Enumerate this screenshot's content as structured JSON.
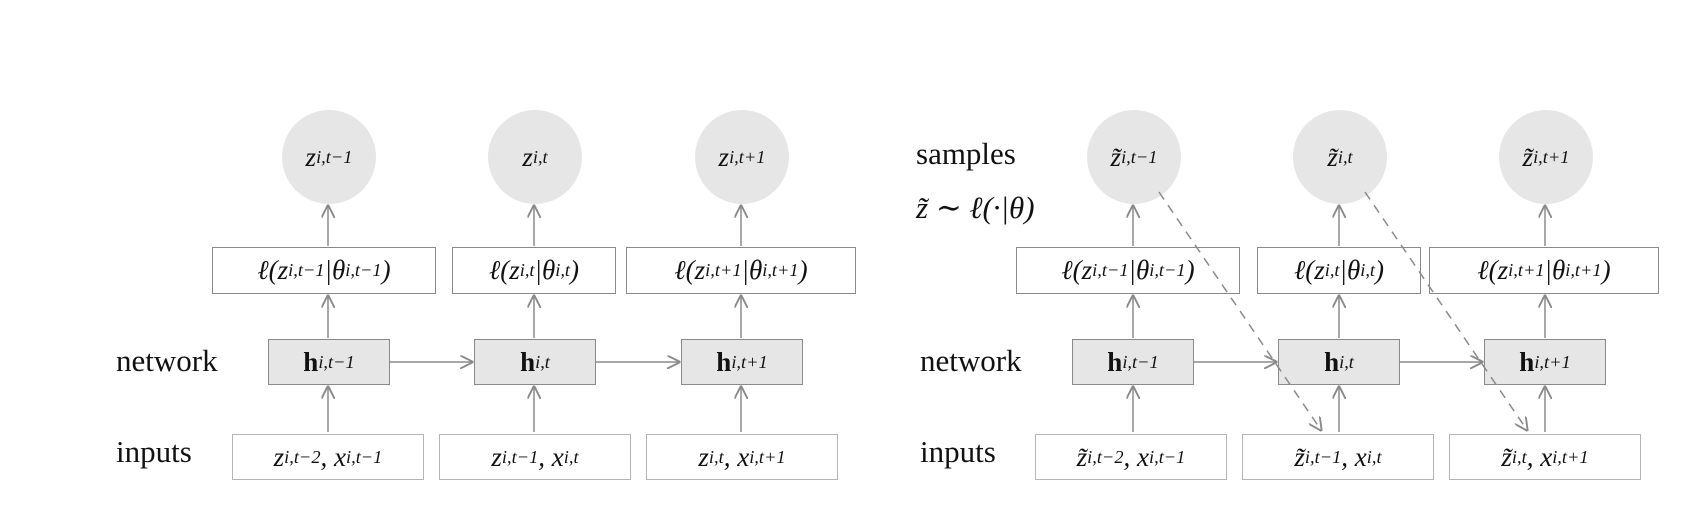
{
  "diagrams": [
    {
      "id": "left",
      "row_labels": {
        "network": "network",
        "inputs": "inputs"
      },
      "outputs": [
        "z",
        "z",
        "z"
      ],
      "output_subs": [
        "i,t−1",
        "i,t",
        "i,t+1"
      ],
      "likelihoods": [
        "ℓ(z<sub>i,t−1</sub>|θ<sub>i,t−1</sub>)",
        "ℓ(z<sub>i,t</sub>|θ<sub>i,t</sub>)",
        "ℓ(z<sub>i,t+1</sub>|θ<sub>i,t+1</sub>)"
      ],
      "hidden": [
        "h",
        "h",
        "h"
      ],
      "hidden_subs": [
        "i,t−1",
        "i,t",
        "i,t+1"
      ],
      "inputs": [
        "z<sub>i,t−2</sub>, x<sub>i,t−1</sub>",
        "z<sub>i,t−1</sub>, x<sub>i,t</sub>",
        "z<sub>i,t</sub>, x<sub>i,t+1</sub>"
      ]
    },
    {
      "id": "right",
      "row_labels": {
        "network": "network",
        "inputs": "inputs",
        "samples": "samples",
        "sampling": "z̃ ∼ ℓ(·|θ)"
      },
      "outputs": [
        "z̃",
        "z̃",
        "z̃"
      ],
      "output_subs": [
        "i,t−1",
        "i,t",
        "i,t+1"
      ],
      "likelihoods": [
        "ℓ(z<sub>i,t−1</sub>|θ<sub>i,t−1</sub>)",
        "ℓ(z<sub>i,t</sub>|θ<sub>i,t</sub>)",
        "ℓ(z<sub>i,t+1</sub>|θ<sub>i,t+1</sub>)"
      ],
      "hidden": [
        "h",
        "h",
        "h"
      ],
      "hidden_subs": [
        "i,t−1",
        "i,t",
        "i,t+1"
      ],
      "inputs": [
        "z̃<sub>i,t−2</sub>, x<sub>i,t−1</sub>",
        "z̃<sub>i,t−1</sub>, x<sub>i,t</sub>",
        "z̃<sub>i,t</sub>, x<sub>i,t+1</sub>"
      ]
    }
  ],
  "colors": {
    "node_fill": "#e6e6e6",
    "border": "#8a8a8a",
    "arrow": "#8a8a8a"
  }
}
